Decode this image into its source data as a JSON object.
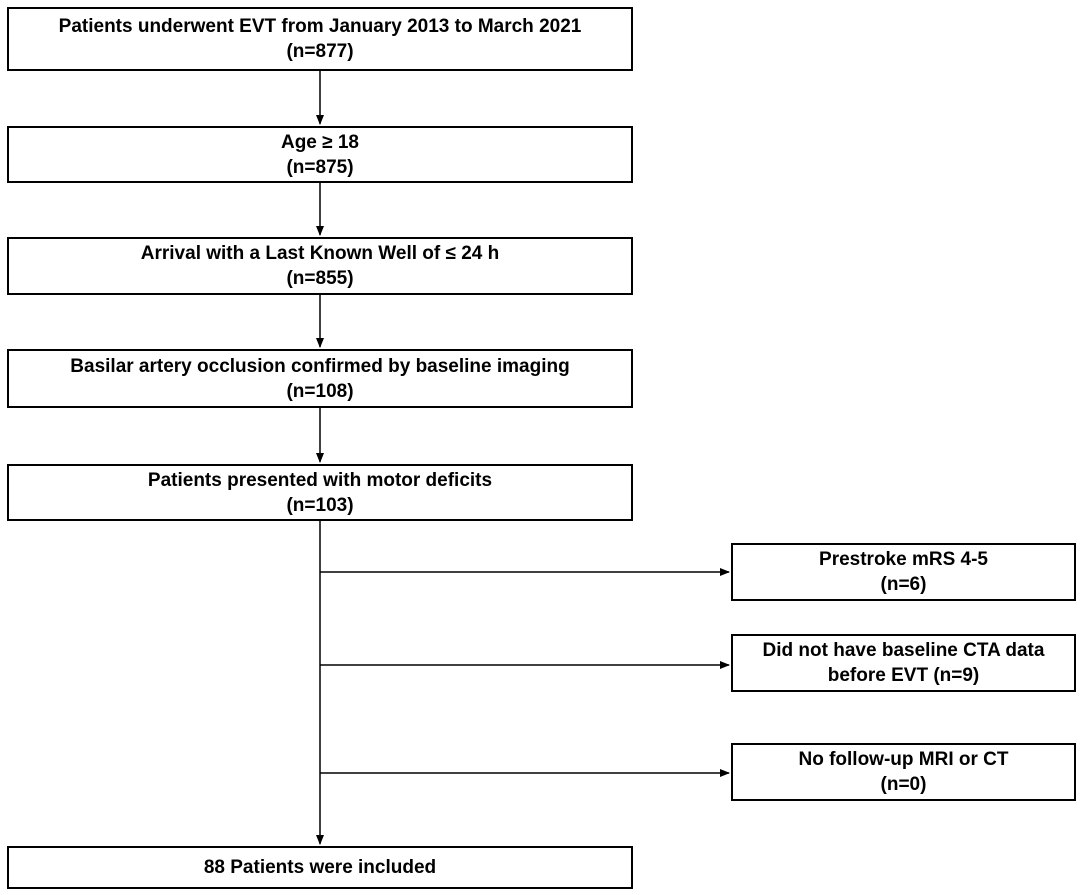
{
  "main_boxes": [
    {
      "line1": "Patients underwent EVT from January 2013 to March 2021",
      "line2": "(n=877)"
    },
    {
      "line1": "Age ≥ 18",
      "line2": "(n=875)"
    },
    {
      "line1": "Arrival with a Last Known Well of ≤ 24 h",
      "line2": "(n=855)"
    },
    {
      "line1": "Basilar artery occlusion confirmed by baseline imaging",
      "line2": "(n=108)"
    },
    {
      "line1": "Patients presented with motor deficits",
      "line2": "(n=103)"
    }
  ],
  "exclusions": [
    {
      "line1": "Prestroke mRS 4-5",
      "line2": "(n=6)"
    },
    {
      "line1": "Did not have baseline CTA data",
      "line2": "before EVT (n=9)"
    },
    {
      "line1": "No follow-up MRI or CT",
      "line2": "(n=0)"
    }
  ],
  "final_box": {
    "line1": "88 Patients were included"
  }
}
